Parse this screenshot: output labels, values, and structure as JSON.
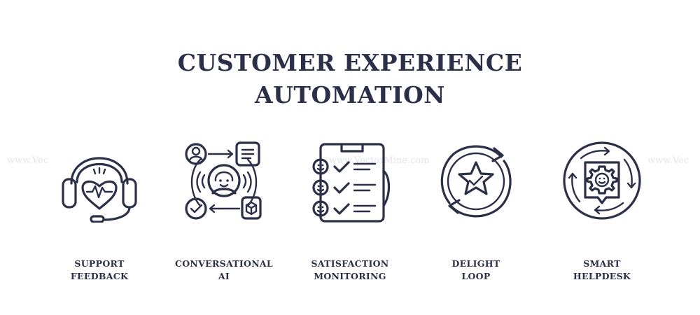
{
  "title": {
    "line1": "CUSTOMER EXPERIENCE",
    "line2": "AUTOMATION"
  },
  "watermarks": [
    "www.Vec",
    "www.VectorMine.com",
    "www.Vec"
  ],
  "items": [
    {
      "label_line1": "SUPPORT",
      "label_line2": "FEEDBACK",
      "icon": "headset-heart-icon"
    },
    {
      "label_line1": "CONVERSATIONAL",
      "label_line2": "AI",
      "icon": "chatbot-avatar-icon"
    },
    {
      "label_line1": "SATISFACTION",
      "label_line2": "MONITORING",
      "icon": "checklist-smiley-icon"
    },
    {
      "label_line1": "DELIGHT",
      "label_line2": "LOOP",
      "icon": "star-loop-icon"
    },
    {
      "label_line1": "SMART",
      "label_line2": "HELPDESK",
      "icon": "gear-cycle-icon"
    }
  ],
  "colors": {
    "ink": "#2b3048",
    "background": "#ffffff"
  }
}
